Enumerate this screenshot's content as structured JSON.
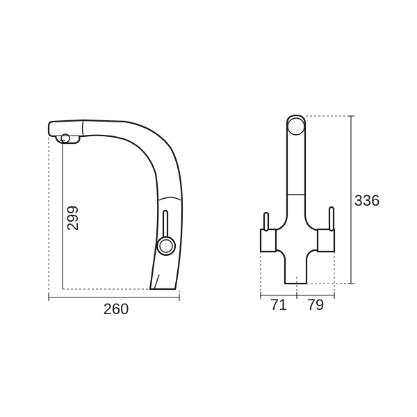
{
  "dimensions": {
    "side_height": "299",
    "side_width": "260",
    "front_height": "336",
    "front_left_offset": "71",
    "front_right_offset": "79"
  }
}
